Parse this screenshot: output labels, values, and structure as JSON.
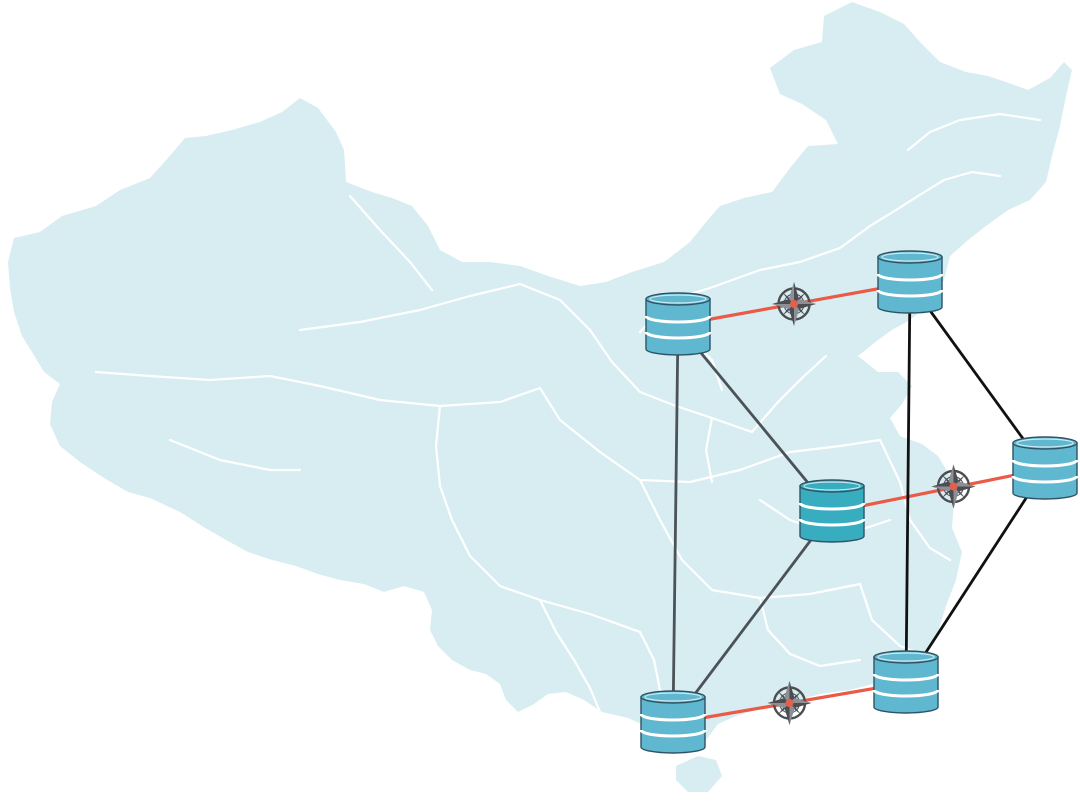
{
  "colors": {
    "background": "#ffffff",
    "map_fill": "#d7edf1",
    "map_border": "#ffffff",
    "node_fill": "#5fb8cf",
    "node_fill_center": "#38adbf",
    "node_stroke": "#2f5366",
    "node_band": "#ffffff",
    "link_black": "#111111",
    "link_gray": "#4b5258",
    "link_red": "#ea5a46",
    "compass_dark": "#4c4d52",
    "compass_red": "#e2604c"
  },
  "icons": {
    "node": "database-cylinder-icon",
    "relay": "compass-rose-icon"
  },
  "diagram": {
    "nodes": [
      {
        "id": "north-west",
        "type": "database"
      },
      {
        "id": "north-east",
        "type": "database"
      },
      {
        "id": "center",
        "type": "database"
      },
      {
        "id": "east",
        "type": "database"
      },
      {
        "id": "south-west",
        "type": "database"
      },
      {
        "id": "south-east",
        "type": "database"
      }
    ],
    "links": [
      {
        "from": "north-west",
        "to": "north-east",
        "style": "red",
        "relay": "compass"
      },
      {
        "from": "center",
        "to": "east",
        "style": "red",
        "relay": "compass"
      },
      {
        "from": "south-west",
        "to": "south-east",
        "style": "red",
        "relay": "compass"
      },
      {
        "from": "north-west",
        "to": "south-west",
        "style": "gray"
      },
      {
        "from": "north-west",
        "to": "center",
        "style": "gray"
      },
      {
        "from": "center",
        "to": "south-west",
        "style": "gray"
      },
      {
        "from": "north-east",
        "to": "south-east",
        "style": "black"
      },
      {
        "from": "north-east",
        "to": "east",
        "style": "black"
      },
      {
        "from": "east",
        "to": "south-east",
        "style": "black"
      }
    ]
  }
}
